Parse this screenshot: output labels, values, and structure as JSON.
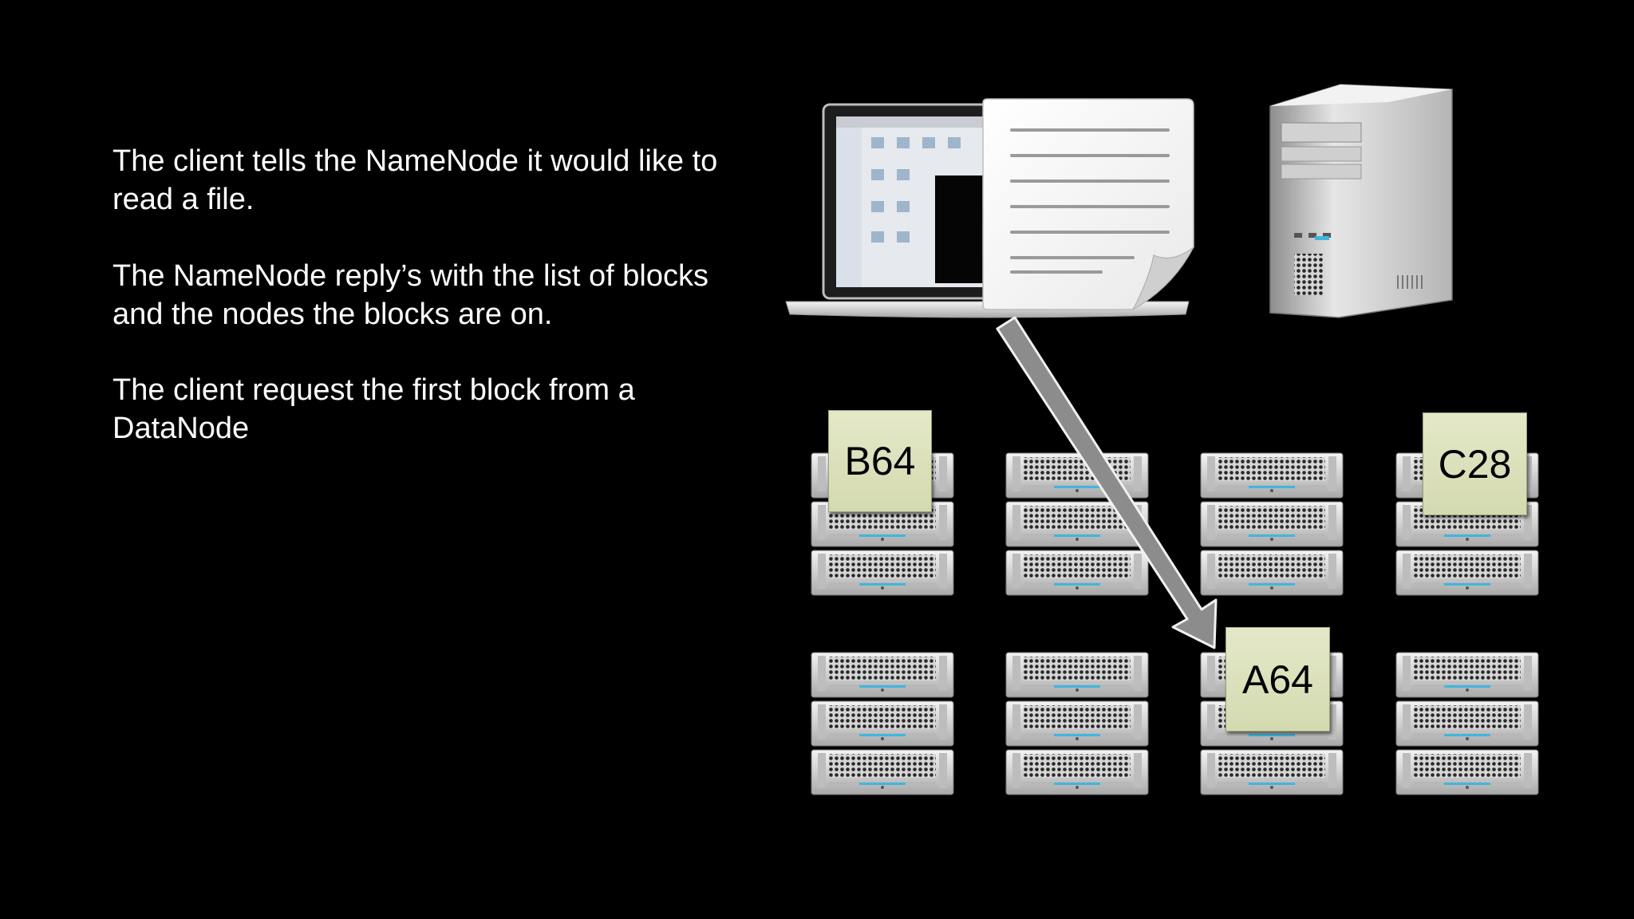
{
  "slide": {
    "paragraphs": [
      "The client tells the NameNode it would like to read a file.",
      "The NameNode reply’s with the list of blocks and the nodes the blocks are on.",
      "The client request the first block from a DataNode"
    ]
  },
  "diagram": {
    "block_labels": {
      "b64": "B64",
      "c28": "C28",
      "a64": "A64"
    },
    "colors": {
      "background": "#000000",
      "text": "#ffffff",
      "block_label_fill": "#d8ddb6",
      "arrow": "#8c8c8c",
      "server_led": "#3fb6e0"
    },
    "icons": [
      "laptop-icon",
      "document-icon",
      "tower-server-icon",
      "rack-server-icon"
    ]
  }
}
